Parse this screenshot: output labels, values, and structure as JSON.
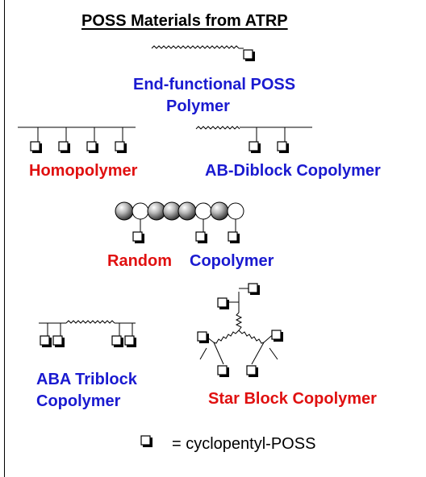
{
  "title": "POSS Materials from ATRP",
  "colors": {
    "red": "#e01010",
    "blue": "#1a1ad0",
    "black": "#000000"
  },
  "structures": {
    "end_functional": {
      "line1": "End-functional POSS",
      "line2": "Polymer"
    },
    "homopolymer": {
      "label": "Homopolymer"
    },
    "ab_diblock": {
      "label": "AB-Diblock Copolymer"
    },
    "random": {
      "word1": "Random",
      "word2": "Copolymer"
    },
    "aba_triblock": {
      "line1": "ABA Triblock",
      "line2": "Copolymer"
    },
    "star_block": {
      "label": "Star Block Copolymer"
    }
  },
  "legend": {
    "text": "= cyclopentyl-POSS",
    "icon": "poss-cube-icon"
  }
}
